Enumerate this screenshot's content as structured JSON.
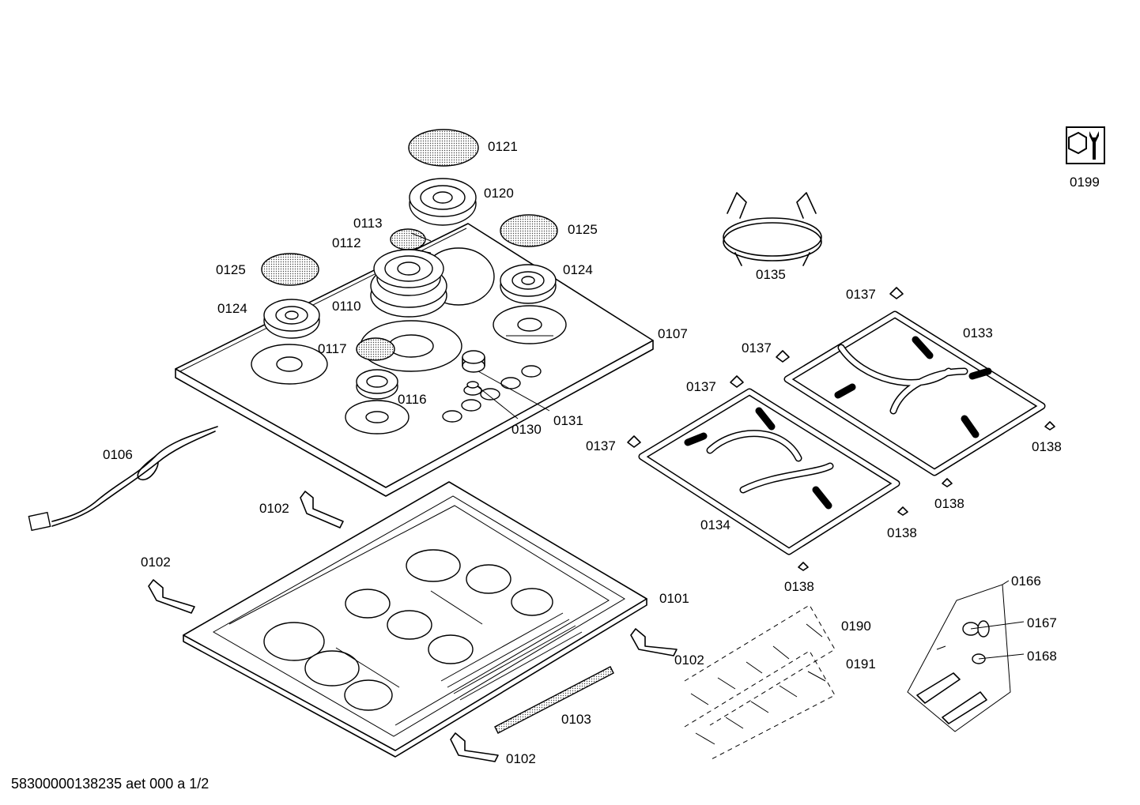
{
  "labels": {
    "p0121": "0121",
    "p0120": "0120",
    "p0113": "0113",
    "p0112": "0112",
    "p0125a": "0125",
    "p0125b": "0125",
    "p0124a": "0124",
    "p0124b": "0124",
    "p0110": "0110",
    "p0117": "0117",
    "p0107": "0107",
    "p0116": "0116",
    "p0131": "0131",
    "p0130": "0130",
    "p0106": "0106",
    "p0102a": "0102",
    "p0102b": "0102",
    "p0102c": "0102",
    "p0102d": "0102",
    "p0101": "0101",
    "p0103": "0103",
    "p0135": "0135",
    "p0199": "0199",
    "p0137a": "0137",
    "p0137b": "0137",
    "p0137c": "0137",
    "p0137d": "0137",
    "p0133": "0133",
    "p0134": "0134",
    "p0138a": "0138",
    "p0138b": "0138",
    "p0138c": "0138",
    "p0138d": "0138",
    "p0190": "0190",
    "p0191": "0191",
    "p0166": "0166",
    "p0167": "0167",
    "p0168": "0168"
  },
  "footer": "58300000138235 aet 000 a 1/2",
  "colors": {
    "ink": "#000000",
    "background": "#ffffff"
  }
}
